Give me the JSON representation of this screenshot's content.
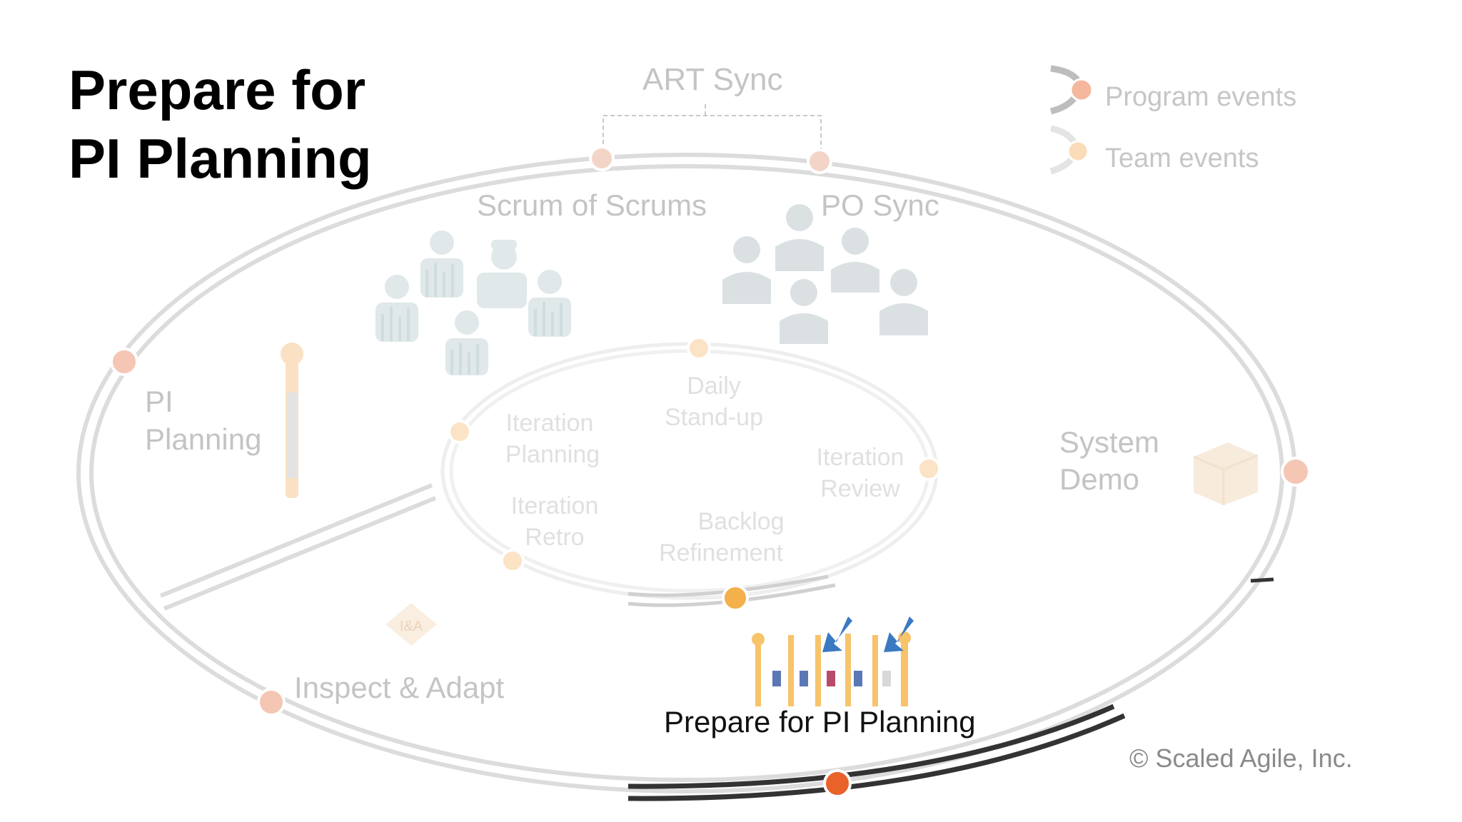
{
  "title": {
    "line1": "Prepare for",
    "line2": "PI Planning"
  },
  "legend": {
    "program_events": "Program events",
    "team_events": "Team events"
  },
  "program_events": {
    "art_sync": "ART Sync",
    "scrum_of_scrums": "Scrum of Scrums",
    "po_sync": "PO Sync",
    "pi_planning": "PI Planning",
    "system_demo_line1": "System",
    "system_demo_line2": "Demo",
    "inspect_adapt": "Inspect & Adapt",
    "prepare_pi_planning": "Prepare for PI Planning"
  },
  "team_events": {
    "daily_standup_line1": "Daily",
    "daily_standup_line2": "Stand-up",
    "iteration_planning_line1": "Iteration",
    "iteration_planning_line2": "Planning",
    "iteration_review_line1": "Iteration",
    "iteration_review_line2": "Review",
    "iteration_retro_line1": "Iteration",
    "iteration_retro_line2": "Retro",
    "backlog_refinement_line1": "Backlog",
    "backlog_refinement_line2": "Refinement"
  },
  "copyright": "© Scaled Agile, Inc.",
  "colors": {
    "program_event_dot": "#f5c6b4",
    "team_event_dot": "#fbe3c6",
    "highlight_dot": "#e8622a",
    "highlight_team_dot": "#f4b04a",
    "ring": "#dcdcdc",
    "highlight_ring": "#333333"
  }
}
